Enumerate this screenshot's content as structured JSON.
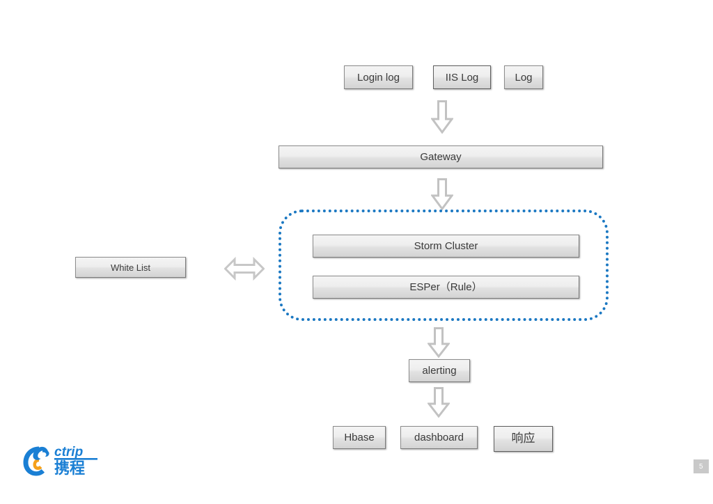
{
  "slide": {
    "page_number": "5",
    "background_color": "#ffffff",
    "accent_color": "#1b78c2"
  },
  "sources": [
    {
      "id": "login-log",
      "label": "Login log"
    },
    {
      "id": "iis-log",
      "label": "IIS Log"
    },
    {
      "id": "log",
      "label": "Log"
    }
  ],
  "gateway": {
    "label": "Gateway"
  },
  "engine": {
    "border_color": "#1b78c2",
    "items": [
      {
        "id": "storm-cluster",
        "label": "Storm Cluster"
      },
      {
        "id": "esper-rule",
        "label": "ESPer（Rule）"
      }
    ]
  },
  "white_list": {
    "label": "White List"
  },
  "alerting": {
    "label": "alerting"
  },
  "outputs": [
    {
      "id": "hbase",
      "label": "Hbase"
    },
    {
      "id": "dashboard",
      "label": "dashboard"
    },
    {
      "id": "response",
      "label": "响应"
    }
  ],
  "arrows": [
    {
      "id": "sources-to-gateway",
      "direction": "down"
    },
    {
      "id": "gateway-to-engine",
      "direction": "down"
    },
    {
      "id": "whitelist-to-engine",
      "direction": "left-right"
    },
    {
      "id": "engine-to-alerting",
      "direction": "down"
    },
    {
      "id": "alerting-to-outputs",
      "direction": "down"
    }
  ],
  "logo": {
    "brand_latin": "ctrip",
    "brand_cjk": "携程",
    "primary_color": "#1a7fd4",
    "accent_color": "#f5a01a"
  }
}
